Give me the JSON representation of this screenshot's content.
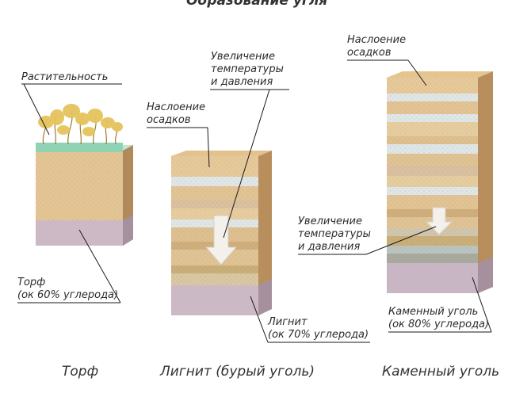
{
  "title": "Образование угля",
  "stages": [
    {
      "id": "peat",
      "caption": "Торф",
      "labels": {
        "vegetation": "Растительность",
        "product_name": "Торф",
        "product_carbon": "(ок 60% углерода)"
      },
      "carbon_percent": 60
    },
    {
      "id": "lignite",
      "caption": "Лигнит (бурый уголь)",
      "labels": {
        "pressure_line1": "Увеличение",
        "pressure_line2": "температуры",
        "pressure_line3": "и давления",
        "sediment_line1": "Наслоение",
        "sediment_line2": "осадков",
        "product_name": "Лигнит",
        "product_carbon": "(ок 70% углерода)"
      },
      "carbon_percent": 70
    },
    {
      "id": "coal",
      "caption": "Каменный уголь",
      "labels": {
        "sediment_line1": "Наслоение",
        "sediment_line2": "осадков",
        "pressure_line1": "Увеличение",
        "pressure_line2": "температуры",
        "pressure_line3": "и давления",
        "product_name": "Каменный уголь",
        "product_carbon": "(ок 80% углерода)"
      },
      "carbon_percent": 80
    }
  ],
  "colors": {
    "sand": "#e6c99a",
    "sand_dark": "#c9a26e",
    "light_band": "#dfe6e8",
    "mauve": "#c9b6c2",
    "grass": "#8fd3b4",
    "plant": "#e3c35a",
    "arrow": "#f3f0ea"
  }
}
